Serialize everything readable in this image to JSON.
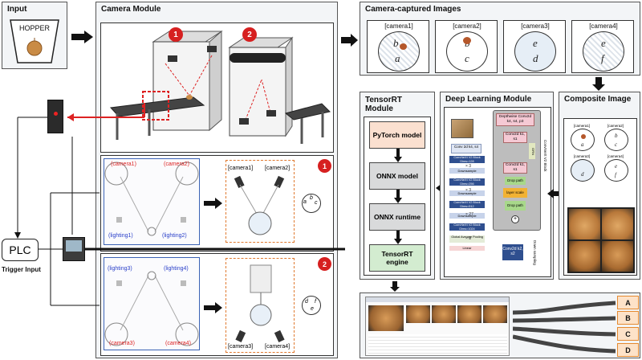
{
  "input": {
    "title": "Input",
    "hopper_label": "HOPPER"
  },
  "camera_module": {
    "title": "Camera Module",
    "badges": [
      "1",
      "2"
    ]
  },
  "setup1": {
    "top_labels": [
      "(camera1)",
      "(camera2)"
    ],
    "bottom_labels": [
      "(lighting1)",
      "(lighting2)"
    ],
    "zoom_labels": [
      "[camera1]",
      "[camera2]"
    ],
    "letters": [
      "a",
      "b",
      "c"
    ],
    "badge": "1"
  },
  "setup2": {
    "top_labels": [
      "(lighting3)",
      "(lighting4)"
    ],
    "bottom_labels": [
      "(camera3)",
      "(camera4)"
    ],
    "zoom_labels": [
      "[camera3]",
      "[camera4]"
    ],
    "letters": [
      "d",
      "e",
      "f"
    ],
    "badge": "2"
  },
  "plc": {
    "label": "PLC",
    "trigger": "Trigger Input"
  },
  "captured": {
    "title": "Camera-captured Images",
    "cameras": [
      {
        "label": "[camera1]",
        "letters": [
          "b",
          "a"
        ]
      },
      {
        "label": "[camera2]",
        "letters": [
          "b",
          "c"
        ]
      },
      {
        "label": "[camera3]",
        "letters": [
          "e",
          "d"
        ]
      },
      {
        "label": "[camera4]",
        "letters": [
          "e",
          "f"
        ]
      }
    ]
  },
  "tensorrt": {
    "title": "TensorRT Module",
    "steps": [
      "PyTorch model",
      "ONNX model",
      "ONNX runtime",
      "TensorRT engine"
    ],
    "colors": [
      "#fbe0d0",
      "#d9dadb",
      "#d9dadb",
      "#d3ecd0"
    ]
  },
  "deep": {
    "title": "Deep Learning Module",
    "stem": "Conv 2d k4, s4",
    "stages": [
      "ConvNeXt V2 Block Dims=128",
      "Downsample",
      "ConvNeXt V2 Block Dims=256",
      "Downsample",
      "ConvNeXt V2 Block Dims=512",
      "Downsample",
      "ConvNeXt V2 Block Dims=1024"
    ],
    "reps": [
      "× 3",
      "× 3",
      "× 27",
      "× 3"
    ],
    "pool": "Global Average Pooling",
    "linear": "Linear",
    "block_side": "ConvNeXt V2 Block",
    "grn": "GRN",
    "block": [
      "Depthwise Conv2d k4, s4, p3",
      "Conv2d k1, s1",
      "Conv2d k1, s1",
      "Drop path",
      "layer scale",
      "Drop path"
    ],
    "down": "Conv2d k2, s2",
    "down_side": "Down sampling"
  },
  "composite": {
    "title": "Composite Image",
    "labels": [
      "[camera1]",
      "[camera2]",
      "[camera3]",
      "[camera4]"
    ],
    "letters": [
      "a",
      "b",
      "c",
      "d",
      "e",
      "f"
    ]
  },
  "outputs": [
    "A",
    "B",
    "C",
    "D"
  ]
}
